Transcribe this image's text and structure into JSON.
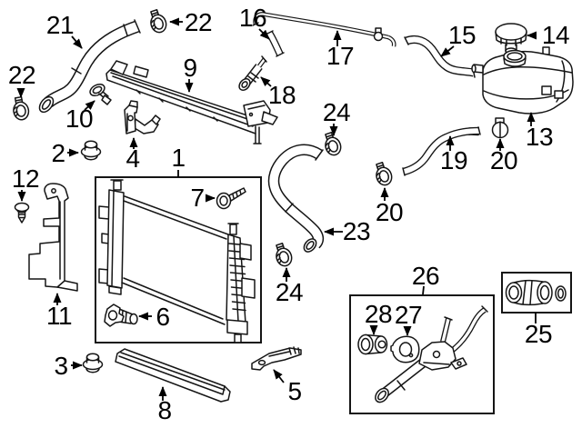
{
  "diagram": {
    "colors": {
      "background": "#ffffff",
      "line": "#151515",
      "text": "#000000"
    },
    "callouts": [
      {
        "id": "1",
        "label": "1"
      },
      {
        "id": "2",
        "label": "2"
      },
      {
        "id": "3",
        "label": "3"
      },
      {
        "id": "4",
        "label": "4"
      },
      {
        "id": "5",
        "label": "5"
      },
      {
        "id": "6",
        "label": "6"
      },
      {
        "id": "7",
        "label": "7"
      },
      {
        "id": "8",
        "label": "8"
      },
      {
        "id": "9",
        "label": "9"
      },
      {
        "id": "10",
        "label": "10"
      },
      {
        "id": "11",
        "label": "11"
      },
      {
        "id": "12",
        "label": "12"
      },
      {
        "id": "13",
        "label": "13"
      },
      {
        "id": "14",
        "label": "14"
      },
      {
        "id": "15",
        "label": "15"
      },
      {
        "id": "16",
        "label": "16"
      },
      {
        "id": "17",
        "label": "17"
      },
      {
        "id": "18",
        "label": "18"
      },
      {
        "id": "19",
        "label": "19"
      },
      {
        "id": "20-left",
        "label": "20"
      },
      {
        "id": "20-right",
        "label": "20"
      },
      {
        "id": "21",
        "label": "21"
      },
      {
        "id": "22-top",
        "label": "22"
      },
      {
        "id": "22-left",
        "label": "22"
      },
      {
        "id": "23",
        "label": "23"
      },
      {
        "id": "24-upper",
        "label": "24"
      },
      {
        "id": "24-lower",
        "label": "24"
      },
      {
        "id": "25",
        "label": "25"
      },
      {
        "id": "26",
        "label": "26"
      },
      {
        "id": "27",
        "label": "27"
      },
      {
        "id": "28",
        "label": "28"
      }
    ]
  }
}
